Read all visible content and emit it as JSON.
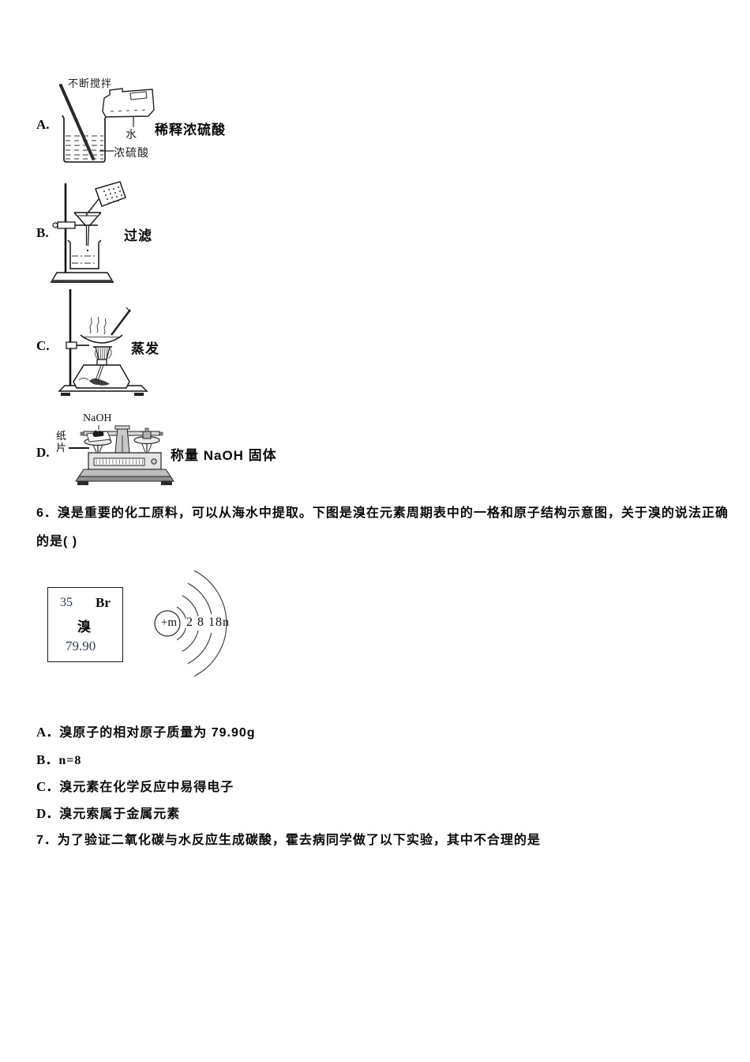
{
  "doc": {
    "q5": {
      "options": [
        {
          "label": "A.",
          "caption": "稀释浓硫酸",
          "stir_label": "不断搅拌",
          "water_label": "水",
          "acid_label": "浓硫酸"
        },
        {
          "label": "B.",
          "caption": "过滤"
        },
        {
          "label": "C.",
          "caption": "蒸发"
        },
        {
          "label": "D.",
          "caption": "称量 NaOH 固体",
          "naoh_label": "NaOH",
          "paper_label": "纸片"
        }
      ]
    },
    "q6": {
      "line1": "6．溴是重要的化工原料，可以从海水中提取。下图是溴在元素周期表中的一格和原子结构示意图，关于溴的说法正确",
      "line2": "的是( )",
      "cell": {
        "number": "35",
        "symbol": "Br",
        "name": "溴",
        "mass": "79.90"
      },
      "atom": {
        "nucleus": "+m",
        "shells": "2 8 18n"
      },
      "options": [
        {
          "label": "A．",
          "text": "溴原子的相对原子质量为 79.90g"
        },
        {
          "label": "B．",
          "text": "n=8"
        },
        {
          "label": "C．",
          "text": "溴元素在化学反应中易得电子"
        },
        {
          "label": "D．",
          "text": "溴元索属于金属元素"
        }
      ]
    },
    "q7": {
      "text": "7．为了验证二氧化碳与水反应生成碳酸，霍去病同学做了以下实验，其中不合理的是"
    }
  }
}
